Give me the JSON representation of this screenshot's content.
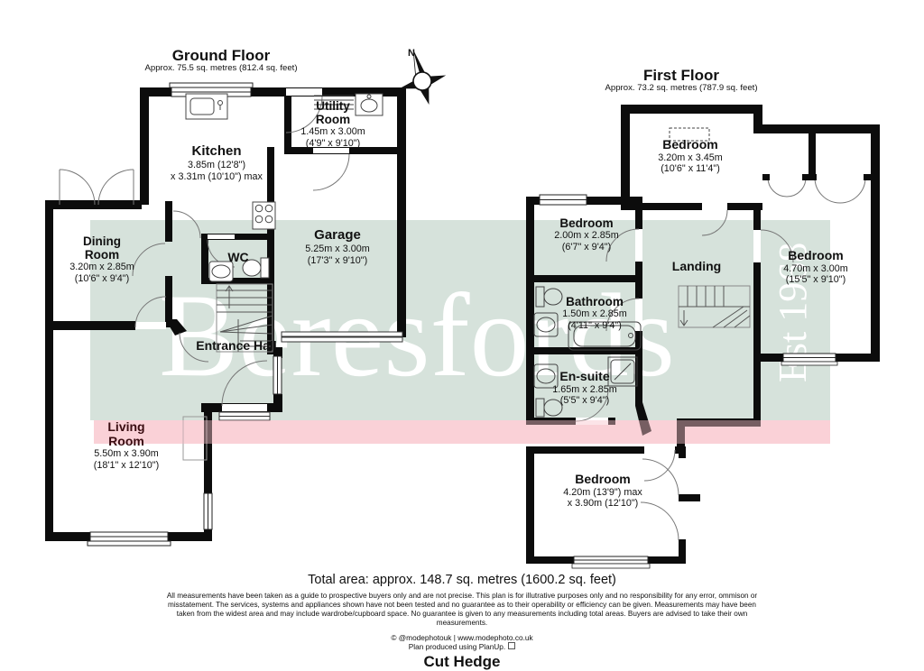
{
  "watermark": {
    "brand": "Beresfords",
    "est": "Est 1968",
    "band_green": "#d6e2db",
    "band_pink": "#fbdde0"
  },
  "compass": {
    "north_label": "N"
  },
  "ground_floor": {
    "title": "Ground Floor",
    "area": "Approx. 75.5 sq. metres (812.4 sq. feet)",
    "rooms": {
      "kitchen": {
        "name": "Kitchen",
        "dim1": "3.85m (12'8\")",
        "dim2": "x 3.31m (10'10\") max"
      },
      "utility": {
        "name": "Utility Room",
        "dim1": "1.45m x 3.00m",
        "dim2": "(4'9\" x 9'10\")"
      },
      "dining": {
        "name": "Dining Room",
        "dim1": "3.20m x 2.85m",
        "dim2": "(10'6\" x 9'4\")"
      },
      "garage": {
        "name": "Garage",
        "dim1": "5.25m x 3.00m",
        "dim2": "(17'3\" x 9'10\")"
      },
      "wc": {
        "name": "WC"
      },
      "hall": {
        "name": "Entrance Hall"
      },
      "living": {
        "name": "Living Room",
        "dim1": "5.50m x 3.90m",
        "dim2": "(18'1\" x 12'10\")"
      }
    }
  },
  "first_floor": {
    "title": "First Floor",
    "area": "Approx. 73.2 sq. metres (787.9 sq. feet)",
    "rooms": {
      "bedroom_top": {
        "name": "Bedroom",
        "dim1": "3.20m x 3.45m",
        "dim2": "(10'6\" x 11'4\")"
      },
      "bedroom_small": {
        "name": "Bedroom",
        "dim1": "2.00m x 2.85m",
        "dim2": "(6'7\" x 9'4\")"
      },
      "landing": {
        "name": "Landing"
      },
      "bedroom_right": {
        "name": "Bedroom",
        "dim1": "4.70m x 3.00m",
        "dim2": "(15'5\" x 9'10\")"
      },
      "bathroom": {
        "name": "Bathroom",
        "dim1": "1.50m x 2.85m",
        "dim2": "(4'11\" x 9'4\")"
      },
      "ensuite": {
        "name": "En-suite",
        "dim1": "1.65m x 2.85m",
        "dim2": "(5'5\" x 9'4\")"
      },
      "bedroom_bottom": {
        "name": "Bedroom",
        "dim1": "4.20m (13'9\") max",
        "dim2": "x 3.90m (12'10\")"
      }
    }
  },
  "footer": {
    "total_area": "Total area: approx. 148.7 sq. metres (1600.2 sq. feet)",
    "disclaimer": "All measurements have been taken as a guide to prospective buyers only and are not precise. This plan is for illutrative purposes only and no responsibility for any error, ommison or misstatement. The services, systems and appliances shown have not been tested and no guarantee as to their operability or efficiency can be given. Measurements may have been taken from the widest area and may include wardrobe/cupboard space. No guarantee is given to any measurements including total areas. Buyers are advised to take their own measurements.",
    "credit_line1": "© @modephotouk | www.modephoto.co.uk",
    "credit_line2": "Plan produced using PlanUp.",
    "property_name": "Cut Hedge"
  }
}
